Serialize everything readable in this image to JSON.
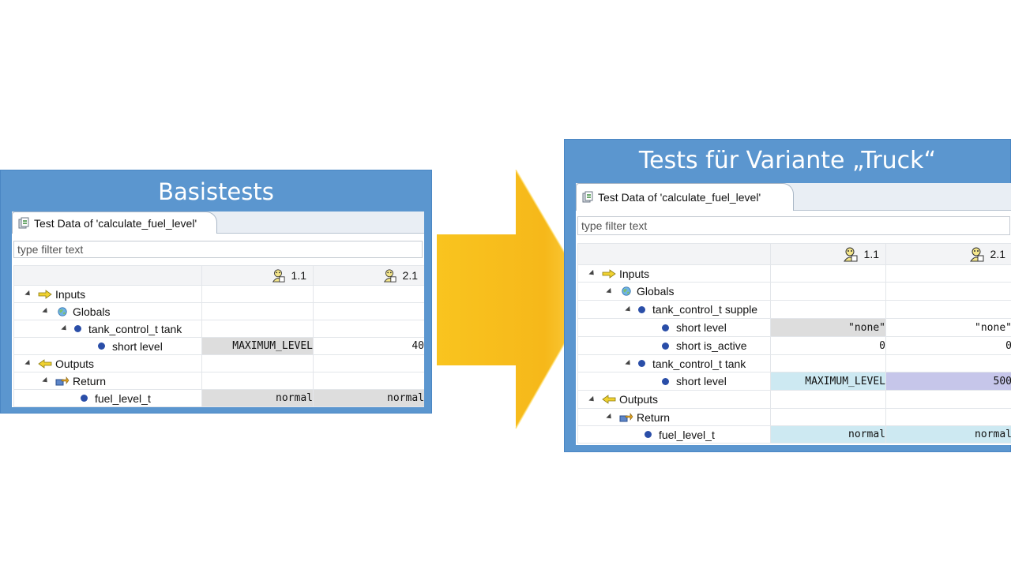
{
  "left": {
    "title": "Basistests",
    "tab_label": "Test Data of 'calculate_fuel_level'",
    "filter_placeholder": "type filter text",
    "columns": [
      "1.1",
      "2.1"
    ],
    "rows": {
      "inputs": "Inputs",
      "globals": "Globals",
      "tank": "tank_control_t tank",
      "short_level": "short level",
      "short_level_v1": "MAXIMUM_LEVEL",
      "short_level_v2": "40",
      "outputs": "Outputs",
      "return": "Return",
      "fuel": "fuel_level_t",
      "fuel_v1": "normal",
      "fuel_v2": "normal"
    }
  },
  "right": {
    "title": "Tests für Variante „Truck“",
    "tab_label": "Test Data of 'calculate_fuel_level'",
    "filter_placeholder": "type filter text",
    "columns": [
      "1.1",
      "2.1"
    ],
    "rows": {
      "inputs": "Inputs",
      "globals": "Globals",
      "supple": "tank_control_t supple",
      "supple_level": "short level",
      "supple_level_v1": "\"none\"",
      "supple_level_v2": "\"none\"",
      "supple_active": "short is_active",
      "supple_active_v1": "0",
      "supple_active_v2": "0",
      "tank": "tank_control_t tank",
      "tank_level": "short level",
      "tank_level_v1": "MAXIMUM_LEVEL",
      "tank_level_v2": "500",
      "outputs": "Outputs",
      "return": "Return",
      "fuel": "fuel_level_t",
      "fuel_v1": "normal",
      "fuel_v2": "normal"
    }
  },
  "colors": {
    "frame": "#5b96cf",
    "arrow": "#f7c21a",
    "node_dot": "#2a4ea8",
    "cell_gray": "#dddddd",
    "cell_cyan": "#cde9f2",
    "cell_purple": "#c6c6ea"
  },
  "icons": {
    "tab": "test-data-icon",
    "column": "testcase-icon",
    "inputs": "input-arrow-icon",
    "globals": "globe-icon",
    "outputs": "output-arrow-icon",
    "return": "return-icon",
    "variable": "variable-dot-icon",
    "transition": "big-right-arrow"
  }
}
